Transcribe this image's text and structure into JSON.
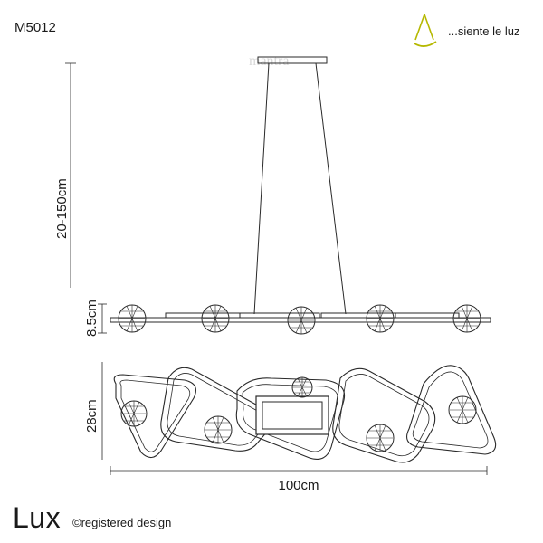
{
  "header": {
    "model_code": "M5012",
    "brand_tagline": "...siente le luz",
    "watermark": "mantra"
  },
  "dimensions": {
    "drop_height": "20-150cm",
    "fixture_height": "8.5cm",
    "depth": "28cm",
    "width": "100cm"
  },
  "footer": {
    "product_name": "Lux",
    "registered": "©registered design"
  },
  "colors": {
    "line": "#2a2a2a",
    "brand_accent": "#b5b800",
    "watermark": "#d8d8d8"
  }
}
